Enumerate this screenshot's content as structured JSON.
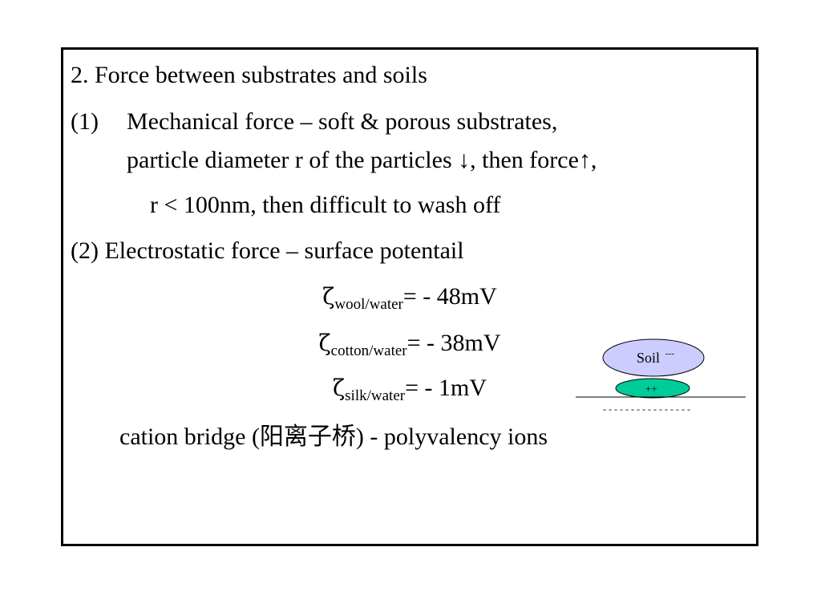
{
  "slide": {
    "heading": "2. Force between substrates and soils",
    "item1_number": "(1)",
    "item1_line1": "Mechanical force – soft & porous substrates,",
    "item1_line2": "particle diameter r of the particles ↓, then force↑,",
    "item1_line3": "r < 100nm, then difficult to wash off",
    "item2": "(2) Electrostatic force – surface potentail",
    "zeta_symbol": "ζ",
    "zeta": [
      {
        "sub": "wool/water",
        "value": "= - 48mV"
      },
      {
        "sub": "cotton/water",
        "value": "= - 38mV"
      },
      {
        "sub": "silk/water",
        "value": "= - 1mV"
      }
    ],
    "cation_bridge": "cation bridge (阳离子桥) - polyvalency ions"
  },
  "diagram": {
    "soil_label": "Soil",
    "soil_charge": "---",
    "cation_label": "++",
    "surface_charge": "- - - - - - - - - - - - - - - -",
    "soil_color": "#ccccff",
    "cation_color": "#00cc99"
  }
}
